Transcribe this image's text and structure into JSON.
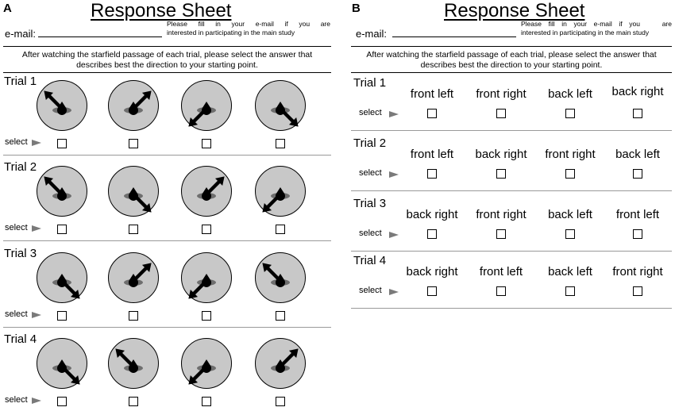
{
  "panels": {
    "a": {
      "letter": "A",
      "title": "Response Sheet",
      "email_label": "e-mail:",
      "email_note_line1": "Please fill in your e-mail if you are",
      "email_note_line2": "interested in participating in the main study",
      "instructions_line1": "After watching the starfield passage of each trial, please select the answer that",
      "instructions_line2": "describes best the direction to your starting point.",
      "select_label": "select",
      "trials": [
        {
          "label": "Trial 1",
          "arrow_angles_deg": [
            -45,
            45,
            -135,
            135
          ]
        },
        {
          "label": "Trial 2",
          "arrow_angles_deg": [
            -45,
            135,
            45,
            -135
          ]
        },
        {
          "label": "Trial 3",
          "arrow_angles_deg": [
            135,
            45,
            -135,
            -45
          ]
        },
        {
          "label": "Trial 4",
          "arrow_angles_deg": [
            135,
            -45,
            -135,
            45
          ]
        }
      ]
    },
    "b": {
      "letter": "B",
      "title": "Response Sheet",
      "email_label": "e-mail:",
      "email_note_line1": "Please fill in your e-mail if you",
      "email_note_line2": "interested in participating in the main study",
      "email_note_line1_extra": "are",
      "instructions_line1": "After watching the starfield passage of each trial, please select the answer that",
      "instructions_line2": "describes best the direction to your starting point.",
      "select_label": "select",
      "trials": [
        {
          "label": "Trial 1",
          "options": [
            "front left",
            "front right",
            "back left",
            "back right"
          ]
        },
        {
          "label": "Trial 2",
          "options": [
            "front left",
            "back right",
            "front right",
            "back left"
          ]
        },
        {
          "label": "Trial 3",
          "options": [
            "back right",
            "front right",
            "back left",
            "front left"
          ]
        },
        {
          "label": "Trial 4",
          "options": [
            "back right",
            "front left",
            "back left",
            "front right"
          ]
        }
      ]
    }
  },
  "colors": {
    "dial_fill": "#c8c8c8",
    "dial_stroke": "#000000",
    "shadow_fill": "#6e6e6e",
    "arrow_fill": "#000000",
    "select_arrow": "#7a7a7a"
  }
}
